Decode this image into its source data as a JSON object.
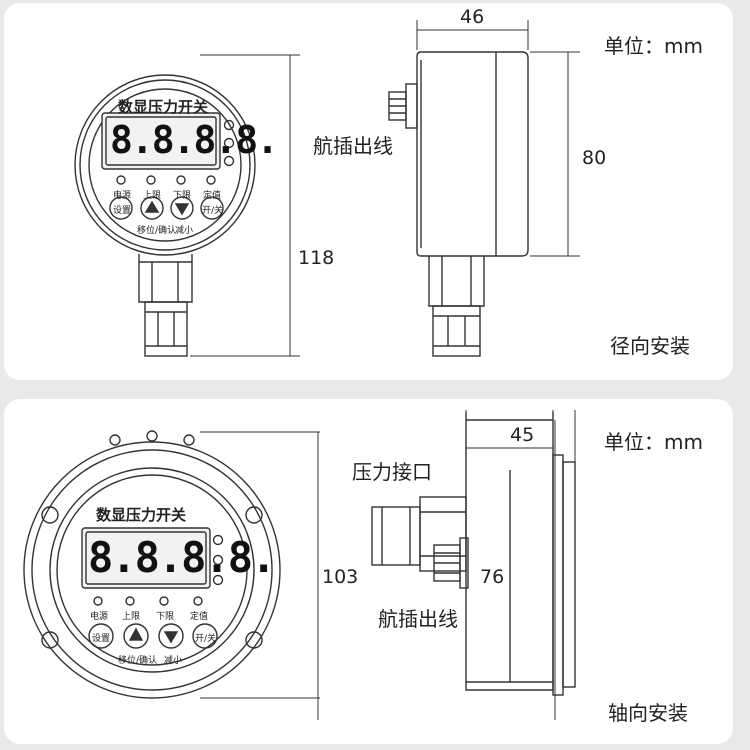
{
  "top": {
    "gauge_title": "数显压力开关",
    "display": "8.8.8.8.",
    "led_labels": [
      "电源",
      "上限",
      "下限",
      "定值"
    ],
    "button_labels": [
      "设置",
      "▲",
      "▼",
      "开/关"
    ],
    "sub_labels": [
      "移位/确认",
      "减小"
    ],
    "dimensions": {
      "width": "46",
      "body_height": "80",
      "total_height": "118"
    },
    "cable_label": "航插出线",
    "unit_label": "单位：mm",
    "mount_label": "径向安装"
  },
  "bottom": {
    "gauge_title": "数显压力开关",
    "display": "8.8.8.8.",
    "led_labels": [
      "电源",
      "上限",
      "下限",
      "定值"
    ],
    "button_labels": [
      "设置",
      "▲",
      "▼",
      "开/关"
    ],
    "sub_labels": [
      "移位/确认",
      "减小"
    ],
    "dimensions": {
      "width": "45",
      "body_height": "76",
      "total_height": "103"
    },
    "port_label": "压力接口",
    "cable_label": "航插出线",
    "unit_label": "单位：mm",
    "mount_label": "轴向安装"
  },
  "colors": {
    "background": "#e9e9ec",
    "panel": "#ffffff",
    "line": "#333333",
    "display_bg": "#f2f2f2"
  }
}
